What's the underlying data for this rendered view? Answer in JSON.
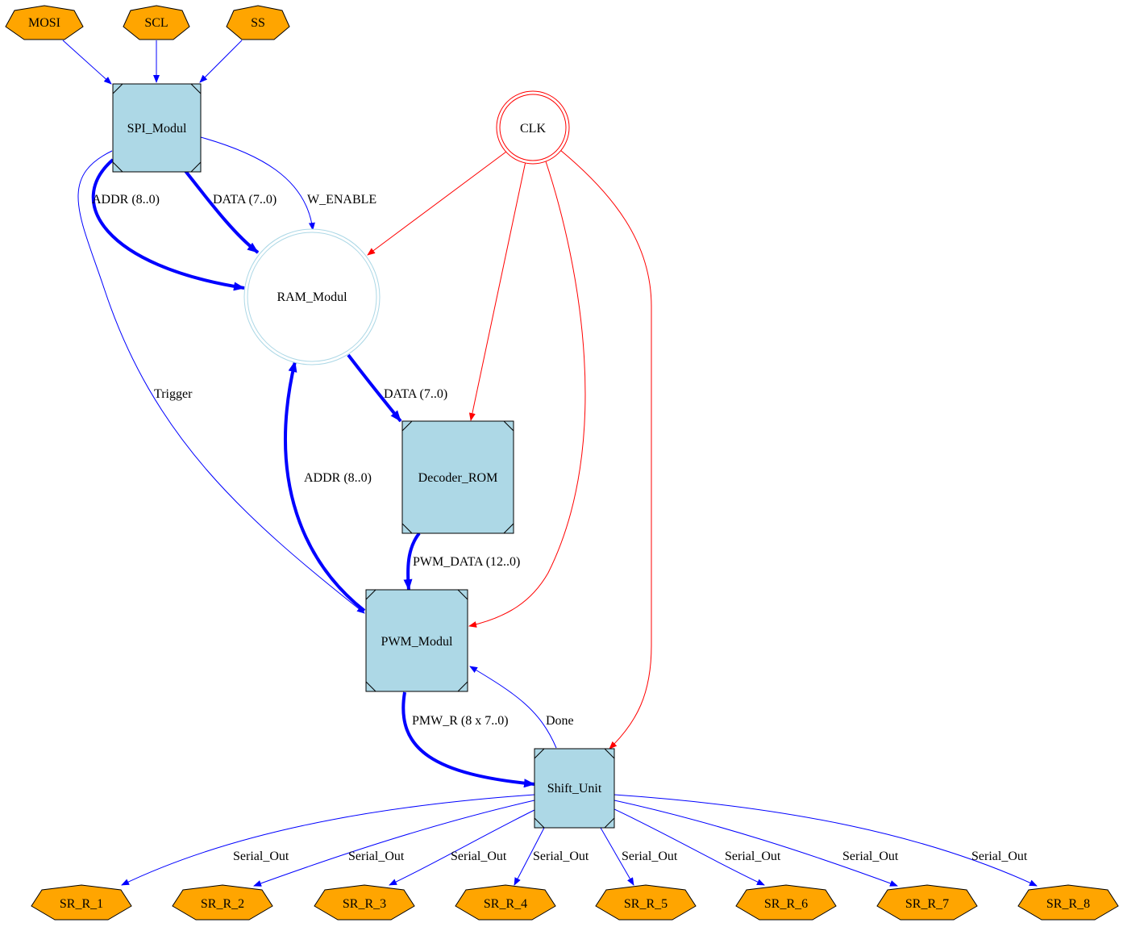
{
  "colors": {
    "port_fill": "#ffa500",
    "module_fill": "#add8e6",
    "ram_stroke": "#add8e6",
    "clk_stroke": "#ff0000",
    "edge_blue": "#0000ff",
    "edge_red": "#ff0000"
  },
  "nodes": {
    "mosi": "MOSI",
    "scl": "SCL",
    "ss": "SS",
    "spi": "SPI_Modul",
    "clk": "CLK",
    "ram": "RAM_Modul",
    "rom": "Decoder_ROM",
    "pwm": "PWM_Modul",
    "shift": "Shift_Unit",
    "sr1": "SR_R_1",
    "sr2": "SR_R_2",
    "sr3": "SR_R_3",
    "sr4": "SR_R_4",
    "sr5": "SR_R_5",
    "sr6": "SR_R_6",
    "sr7": "SR_R_7",
    "sr8": "SR_R_8"
  },
  "edges": {
    "spi_ram_addr": "ADDR (8..0)",
    "spi_ram_data": "DATA (7..0)",
    "spi_ram_wen": "W_ENABLE",
    "spi_pwm_trigger": "Trigger",
    "ram_rom_data": "DATA (7..0)",
    "pwm_ram_addr": "ADDR (8..0)",
    "rom_pwm_data": "PWM_DATA (12..0)",
    "pwm_shift": "PMW_R (8 x 7..0)",
    "shift_pwm_done": "Done",
    "serial_out": "Serial_Out"
  }
}
